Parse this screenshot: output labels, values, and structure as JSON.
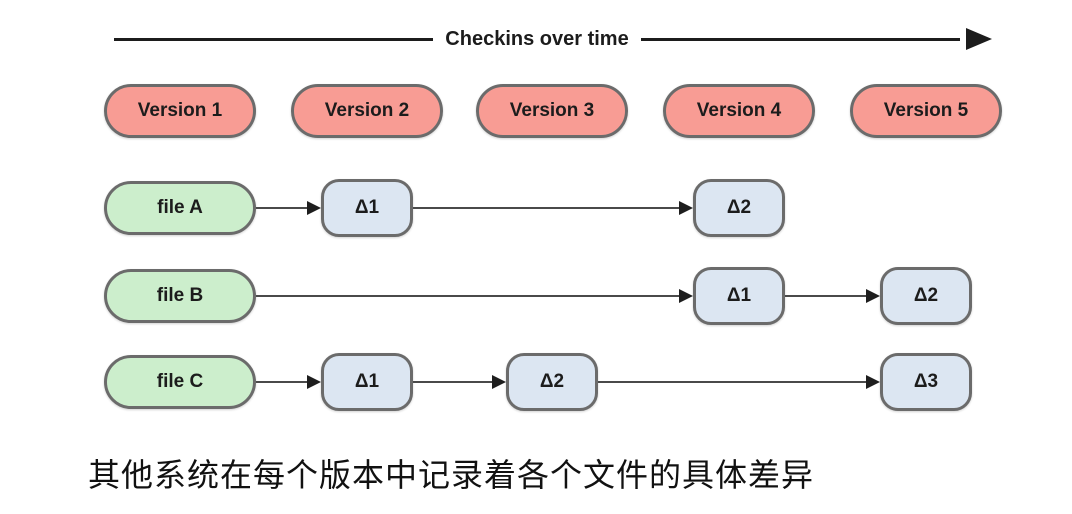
{
  "timeline": {
    "label": "Checkins over time"
  },
  "versions": [
    "Version 1",
    "Version 2",
    "Version 3",
    "Version 4",
    "Version 5"
  ],
  "rows": [
    {
      "file": "file A",
      "deltas": [
        {
          "label": "Δ1",
          "col": 2
        },
        {
          "label": "Δ2",
          "col": 4
        }
      ]
    },
    {
      "file": "file B",
      "deltas": [
        {
          "label": "Δ1",
          "col": 4
        },
        {
          "label": "Δ2",
          "col": 5
        }
      ]
    },
    {
      "file": "file C",
      "deltas": [
        {
          "label": "Δ1",
          "col": 2
        },
        {
          "label": "Δ2",
          "col": 3
        },
        {
          "label": "Δ3",
          "col": 5
        }
      ]
    }
  ],
  "caption": "其他系统在每个版本中记录着各个文件的具体差异",
  "colors": {
    "version_fill": "#f89c94",
    "file_fill": "#cceecc",
    "delta_fill": "#dce6f2",
    "node_border": "#6b6b6b",
    "connector_color": "#4a4a4a",
    "arrowhead_color": "#1e1e1e",
    "timeline_color": "#1c1c1c",
    "label_text": "#1c1c1c"
  }
}
